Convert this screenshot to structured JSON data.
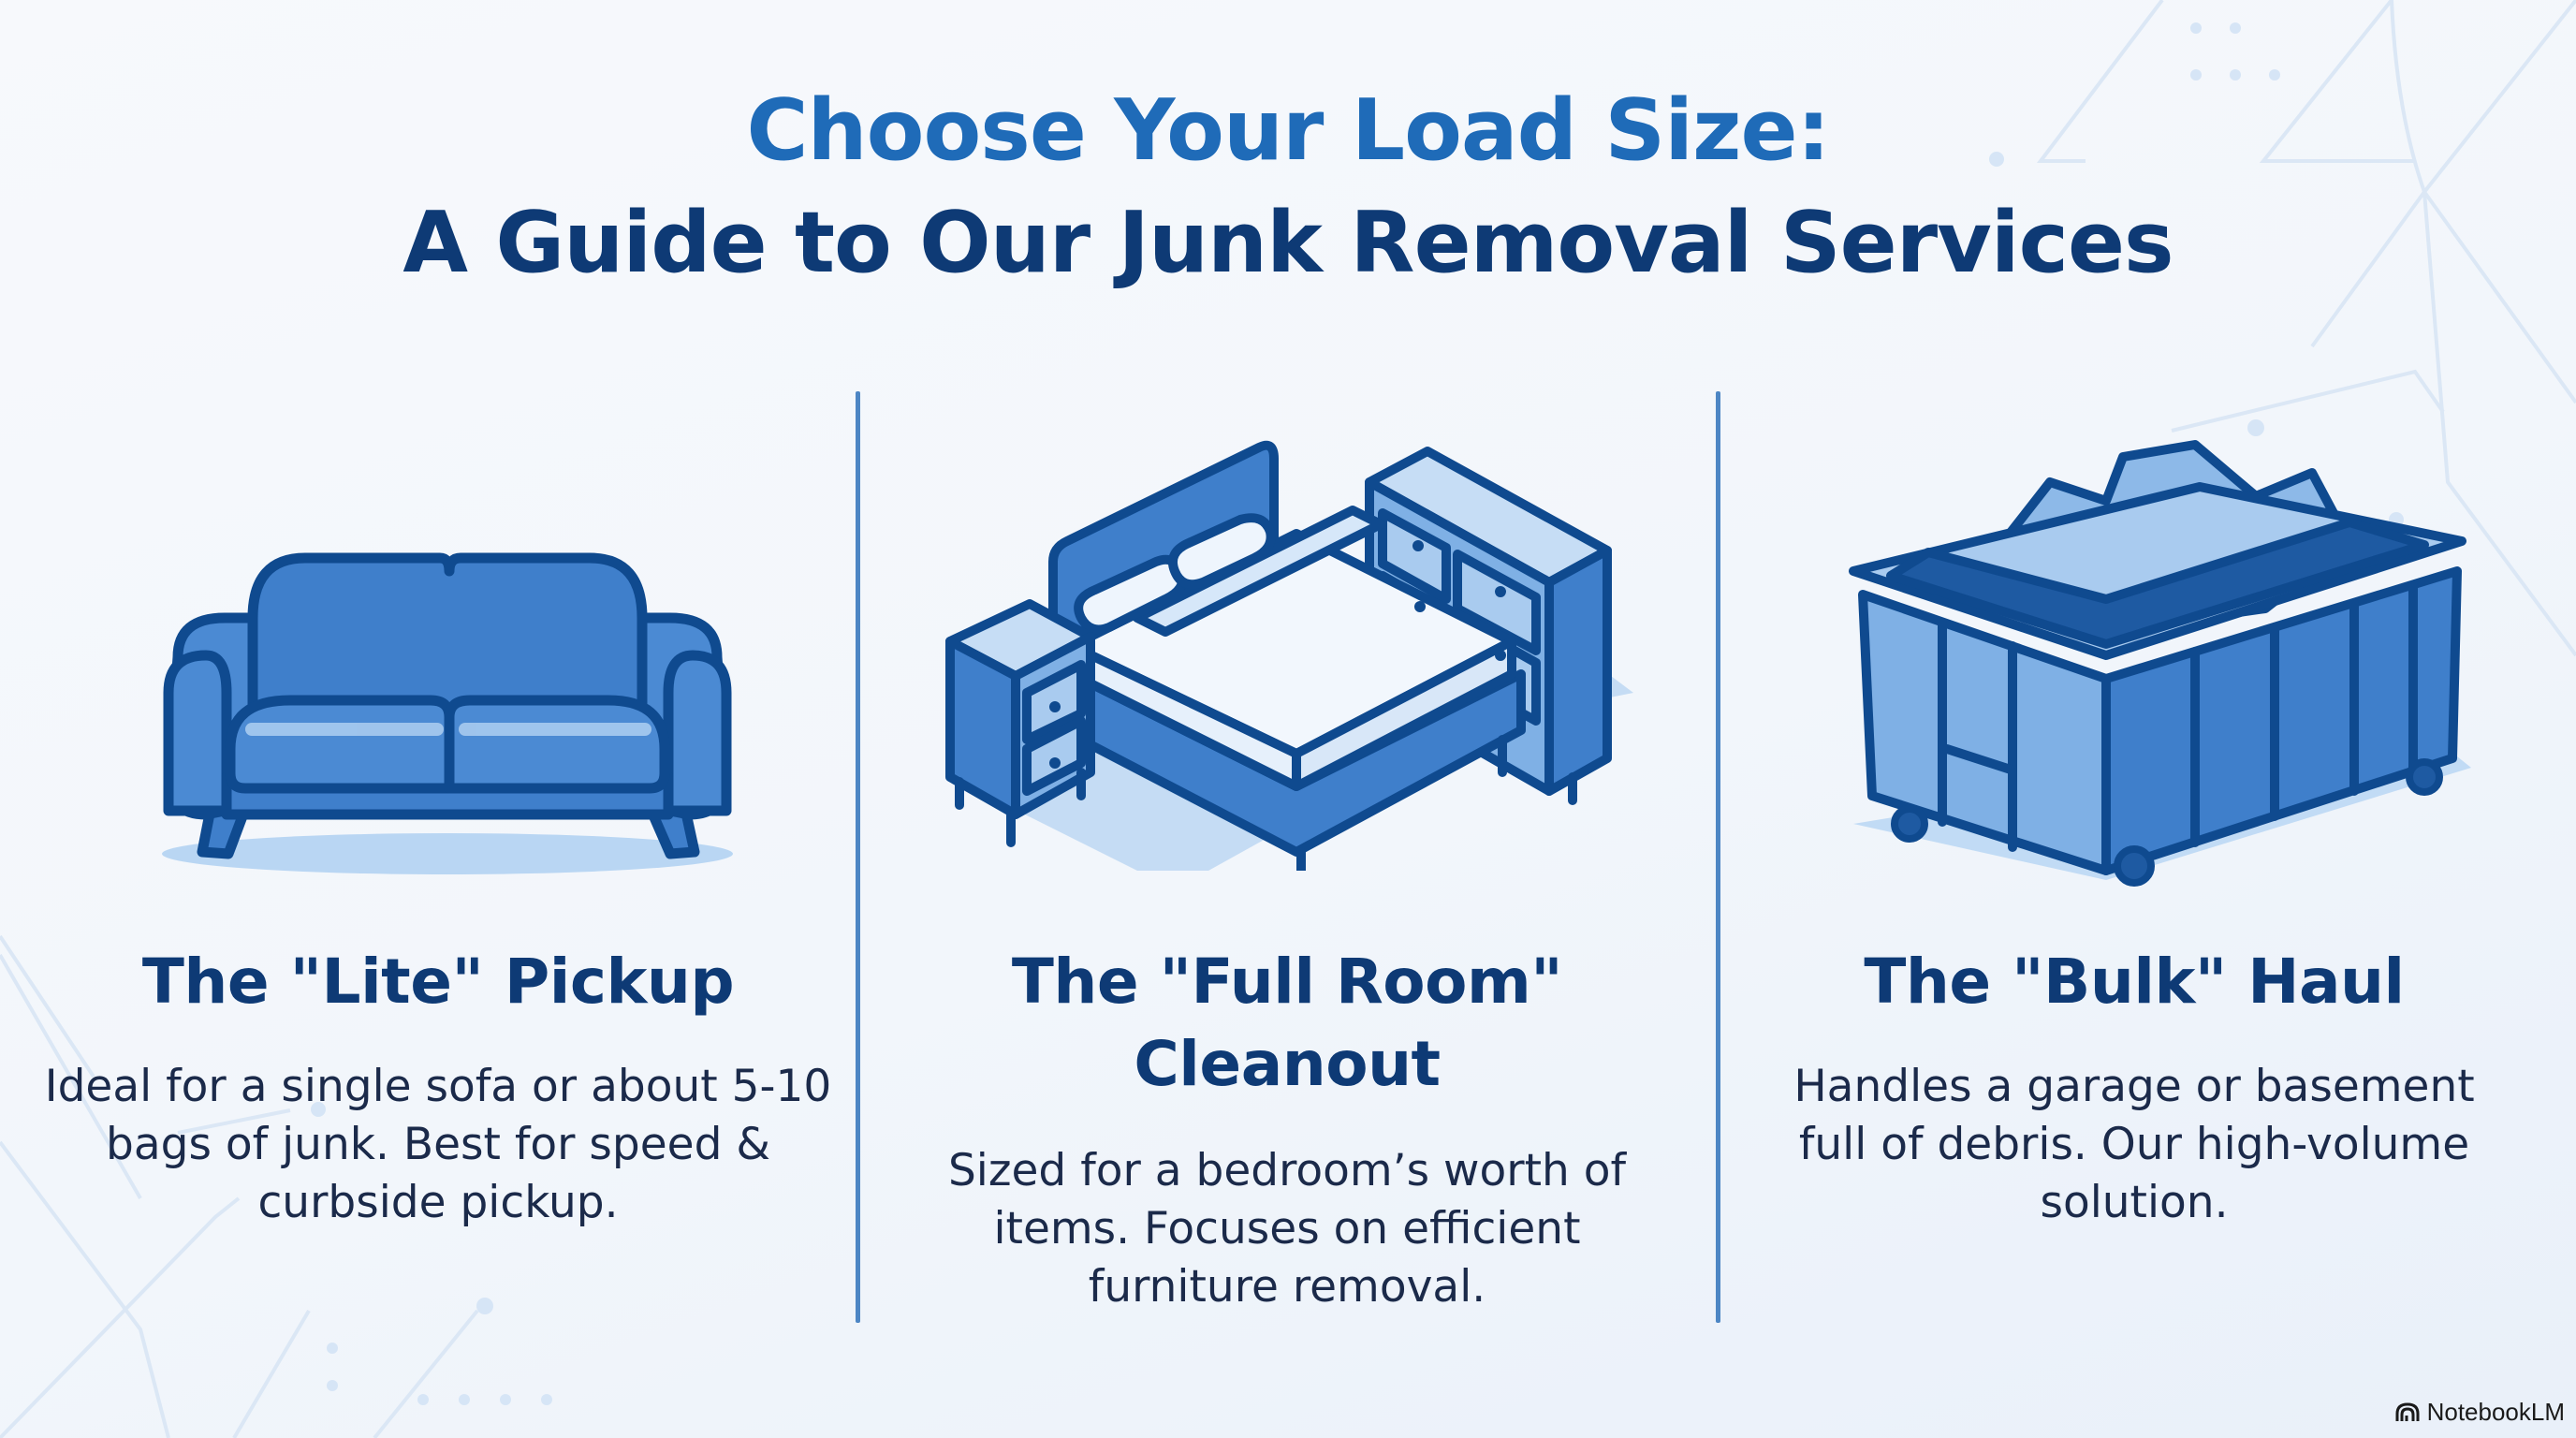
{
  "header": {
    "title_line1": "Choose Your Load Size:",
    "title_line2": "A Guide to Our Junk Removal Services"
  },
  "colors": {
    "accent": "#1f6bb8",
    "navy": "#0e3a75",
    "body_text": "#1b2a4a",
    "divider": "#4d86c4",
    "icon_fill": "#3f7fcb",
    "icon_stroke": "#0f4a8f",
    "icon_light": "#a9cbef"
  },
  "services": [
    {
      "icon": "sofa-icon",
      "title": "The \"Lite\" Pickup",
      "description": "Ideal for a single sofa or about 5-10 bags of junk. Best for speed & curbside pickup."
    },
    {
      "icon": "bedroom-furniture-icon",
      "title": "The \"Full Room\" Cleanout",
      "description": "Sized for a bedroom’s worth of items. Focuses on efficient furniture removal."
    },
    {
      "icon": "dumpster-icon",
      "title": "The \"Bulk\" Haul",
      "description": "Handles a garage or basement full of debris. Our high-volume solution."
    }
  ],
  "branding": {
    "label": "NotebookLM"
  }
}
